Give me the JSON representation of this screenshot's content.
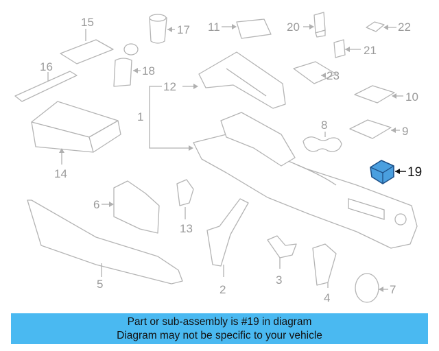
{
  "colors": {
    "banner": "#4ab9f1",
    "highlight_part": "#4a9fdf",
    "line": "#b0b0b0"
  },
  "labels": {
    "p1": "1",
    "p2": "2",
    "p3": "3",
    "p4": "4",
    "p5": "5",
    "p6": "6",
    "p7": "7",
    "p8": "8",
    "p9": "9",
    "p10": "10",
    "p11": "11",
    "p12": "12",
    "p13": "13",
    "p14": "14",
    "p15": "15",
    "p16": "16",
    "p17": "17",
    "p18": "18",
    "p19": "19",
    "p20": "20",
    "p21": "21",
    "p22": "22",
    "p23": "23"
  },
  "highlighted_part": "19",
  "banner": {
    "line1": "Part or sub-assembly is #19 in diagram",
    "line2": "Diagram may not be specific to your vehicle"
  }
}
